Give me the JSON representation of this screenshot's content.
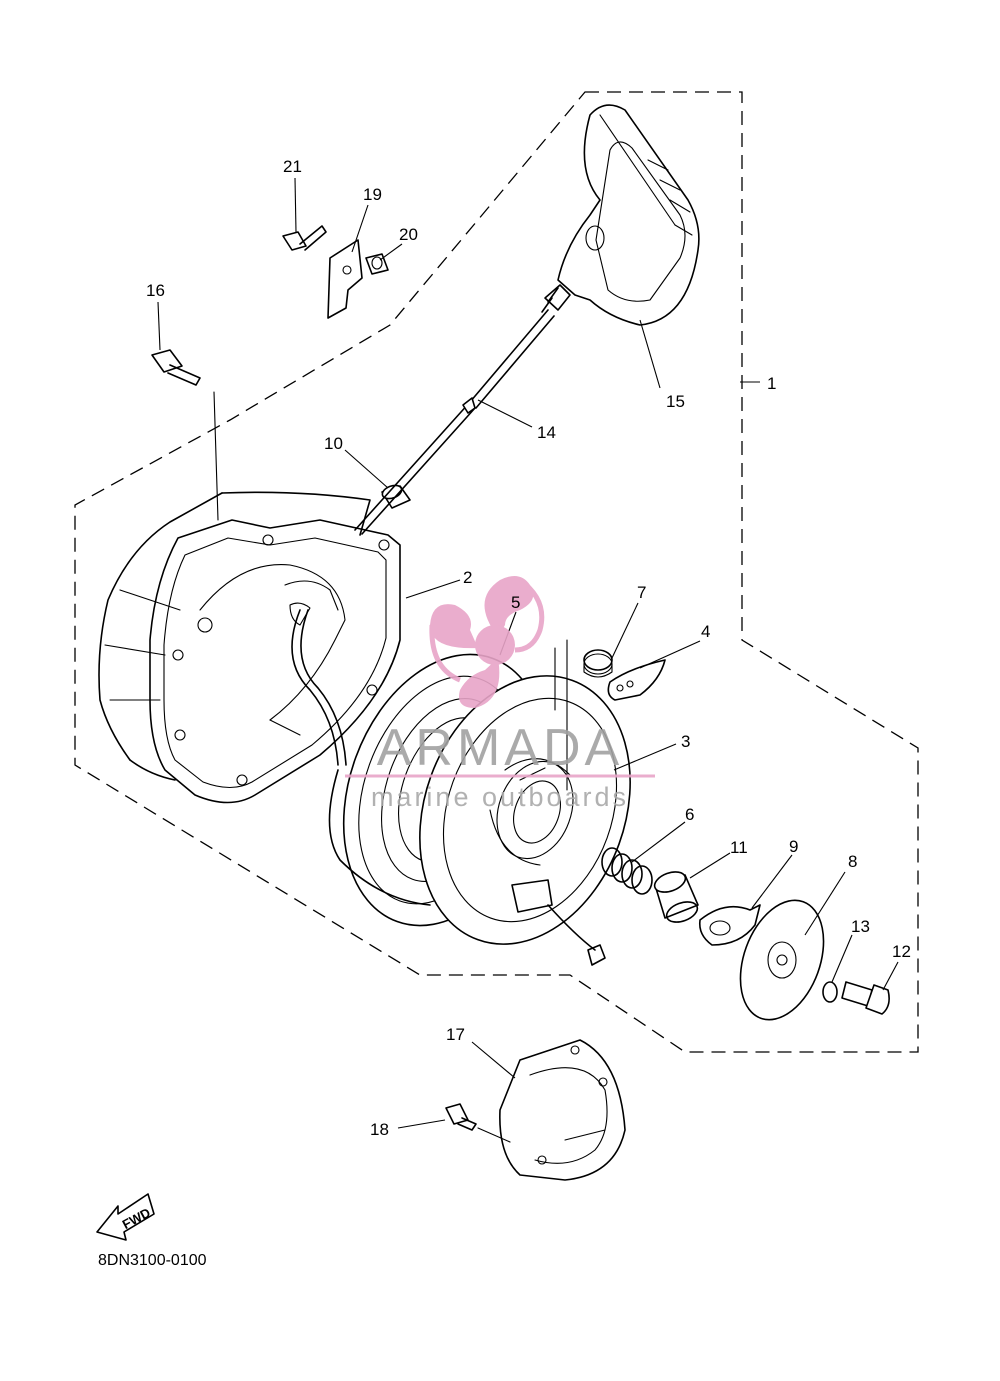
{
  "diagram_code": "8DN3100-0100",
  "fwd_label": "FWD",
  "watermark": {
    "brand": "ARMADA",
    "tagline": "marine outboards",
    "color": "#e8a5c8"
  },
  "callouts": [
    {
      "id": "1",
      "label": "1"
    },
    {
      "id": "2",
      "label": "2"
    },
    {
      "id": "3",
      "label": "3"
    },
    {
      "id": "4",
      "label": "4"
    },
    {
      "id": "5",
      "label": "5"
    },
    {
      "id": "6",
      "label": "6"
    },
    {
      "id": "7",
      "label": "7"
    },
    {
      "id": "8",
      "label": "8"
    },
    {
      "id": "9",
      "label": "9"
    },
    {
      "id": "10",
      "label": "10"
    },
    {
      "id": "11",
      "label": "11"
    },
    {
      "id": "12",
      "label": "12"
    },
    {
      "id": "13",
      "label": "13"
    },
    {
      "id": "14",
      "label": "14"
    },
    {
      "id": "15",
      "label": "15"
    },
    {
      "id": "16",
      "label": "16"
    },
    {
      "id": "17",
      "label": "17"
    },
    {
      "id": "18",
      "label": "18"
    },
    {
      "id": "19",
      "label": "19"
    },
    {
      "id": "20",
      "label": "20"
    },
    {
      "id": "21",
      "label": "21"
    }
  ]
}
